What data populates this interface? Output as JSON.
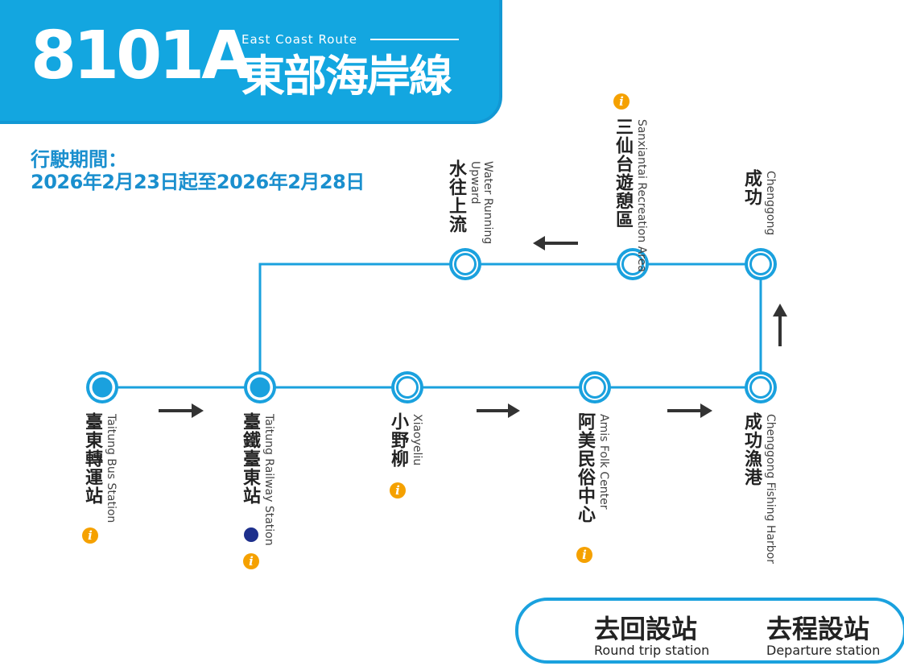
{
  "header": {
    "route_number": "8101A",
    "route_name_en": "East Coast Route",
    "route_name_zh": "東部海岸線"
  },
  "service_period": {
    "label": "行駛期間：",
    "dates": "2026年2月23日起至2026年2月28日"
  },
  "stations": [
    {
      "zh": "臺東轉運站",
      "en": "Taitung Bus Station",
      "type": "round_trip",
      "info": true
    },
    {
      "zh": "臺鐵臺東站",
      "en": "Taitung Railway Station",
      "type": "round_trip",
      "info": true,
      "railway": true
    },
    {
      "zh": "小野柳",
      "en": "Xiaoyeliu",
      "type": "departure",
      "info": true
    },
    {
      "zh": "阿美民俗中心",
      "en": "Amis Folk Center",
      "type": "departure",
      "info": true
    },
    {
      "zh": "成功漁港",
      "en": "Chenggong Fishing Harbor",
      "type": "departure"
    },
    {
      "zh": "成功",
      "en": "Chenggong",
      "type": "departure"
    },
    {
      "zh": "三仙台遊憩區",
      "en": "Sanxiantai Recreation Area",
      "type": "departure",
      "info": true
    },
    {
      "zh": "水往上流",
      "en": "Water Running\nUpward",
      "type": "departure"
    }
  ],
  "info_badge_glyph": "i",
  "legend": {
    "round_trip": {
      "zh": "去回設站",
      "en": "Round trip station"
    },
    "departure": {
      "zh": "去程設站",
      "en": "Departure station"
    }
  },
  "colors": {
    "brand_blue": "#13a6e0",
    "line_blue": "#1aa1de",
    "info_orange": "#f5a100",
    "railway_navy": "#1d2f8c"
  },
  "icons": [
    "info-icon",
    "railway-logo-icon",
    "direction-arrow-icon"
  ]
}
